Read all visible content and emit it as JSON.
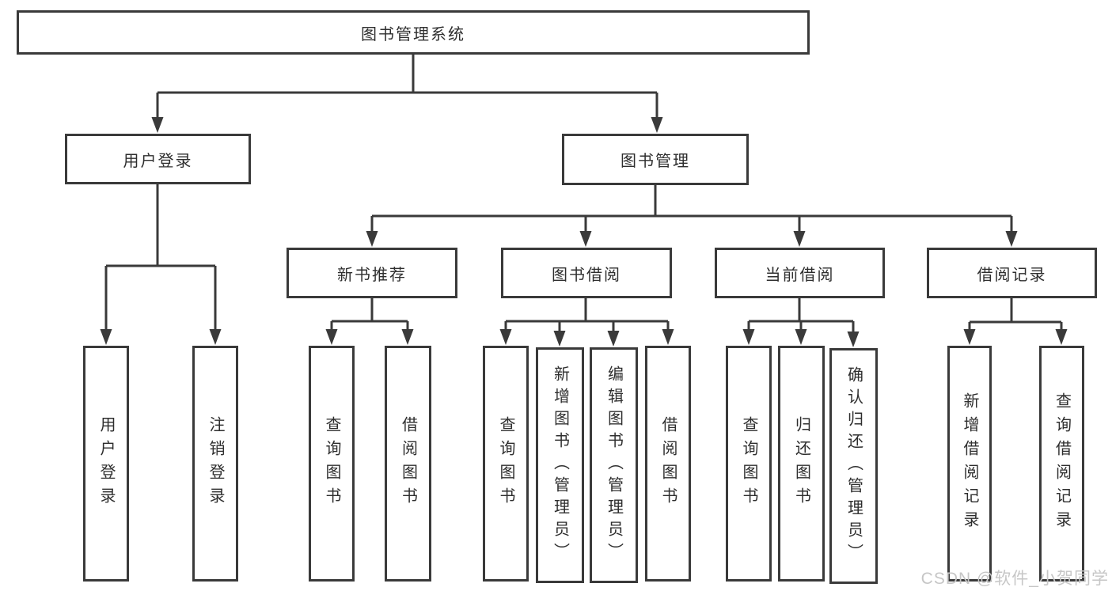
{
  "colors": {
    "line": "#3a3a3a",
    "box_border": "#3a3a3a",
    "text": "#2e2e2e",
    "background": "#ffffff",
    "watermark": "#c6c6c6"
  },
  "watermark": {
    "text": "CSDN @软件_小贺同学"
  },
  "diagram": {
    "type": "hierarchy-tree",
    "root": {
      "id": "root",
      "label": "图书管理系统"
    },
    "children": [
      {
        "id": "user-login",
        "label": "用户登录",
        "children": [
          {
            "id": "leaf-user-login",
            "label": "用户登录"
          },
          {
            "id": "leaf-logout",
            "label": "注销登录"
          }
        ]
      },
      {
        "id": "book-management",
        "label": "图书管理",
        "children": [
          {
            "id": "new-book-recommend",
            "label": "新书推荐",
            "children": [
              {
                "id": "nbr-query-books",
                "label": "查询图书"
              },
              {
                "id": "nbr-borrow-books",
                "label": "借阅图书"
              }
            ]
          },
          {
            "id": "book-borrowing",
            "label": "图书借阅",
            "children": [
              {
                "id": "bb-query-books",
                "label": "查询图书"
              },
              {
                "id": "bb-add-books-admin",
                "label": "新增图书（管理员）"
              },
              {
                "id": "bb-edit-books-admin",
                "label": "编辑图书（管理员）"
              },
              {
                "id": "bb-borrow-books",
                "label": "借阅图书"
              }
            ]
          },
          {
            "id": "current-borrowing",
            "label": "当前借阅",
            "children": [
              {
                "id": "cb-query-books",
                "label": "查询图书"
              },
              {
                "id": "cb-return-books",
                "label": "归还图书"
              },
              {
                "id": "cb-confirm-return-admin",
                "label": "确认归还（管理员）"
              }
            ]
          },
          {
            "id": "borrow-records",
            "label": "借阅记录",
            "children": [
              {
                "id": "br-add-record",
                "label": "新增借阅记录"
              },
              {
                "id": "br-query-record",
                "label": "查询借阅记录"
              }
            ]
          }
        ]
      }
    ]
  }
}
